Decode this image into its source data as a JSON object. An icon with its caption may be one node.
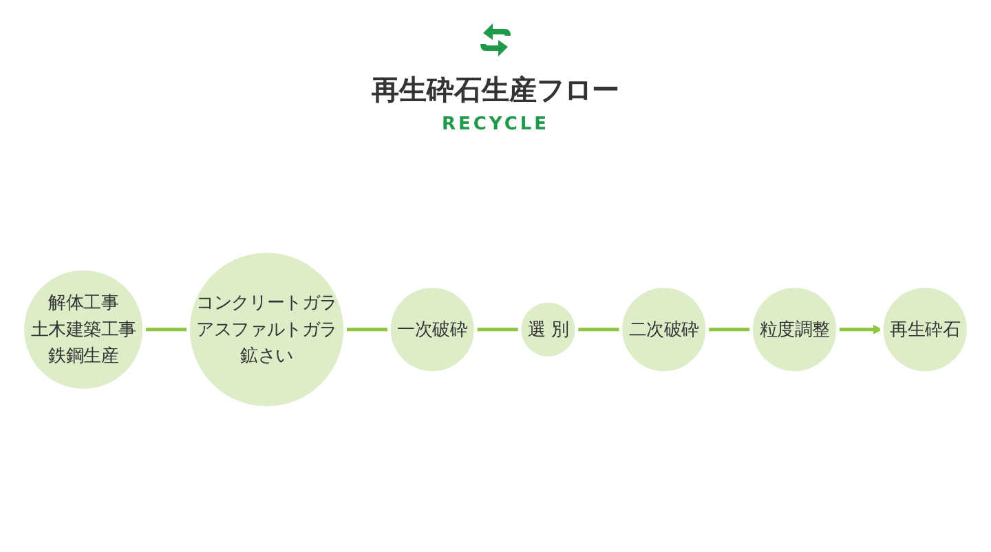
{
  "diagram": {
    "title": "再生砕石生産フロー",
    "nodes": [
      {
        "text": [
          "解体工事",
          "土木建築工事",
          "鉄鋼生産"
        ]
      },
      {
        "text": [
          "コンクリートガラ",
          "アスファルトガラ",
          "鉱さい"
        ]
      },
      {
        "text": [
          "一次破砕"
        ]
      },
      {
        "text": [
          "選 別"
        ]
      },
      {
        "text": [
          "二次破砕"
        ]
      },
      {
        "text": [
          "粒度調整"
        ]
      },
      {
        "text": [
          "再生砕石"
        ]
      }
    ],
    "edges": [
      {
        "from": 0,
        "to": 1,
        "arrow": "none"
      },
      {
        "from": 1,
        "to": 2,
        "arrow": "none"
      },
      {
        "from": 2,
        "to": 3,
        "arrow": "none"
      },
      {
        "from": 3,
        "to": 4,
        "arrow": "none"
      },
      {
        "from": 4,
        "to": 5,
        "arrow": "none"
      },
      {
        "from": 5,
        "to": 6,
        "arrow": "to"
      }
    ],
    "labels": [
      "RECYCLE"
    ]
  }
}
